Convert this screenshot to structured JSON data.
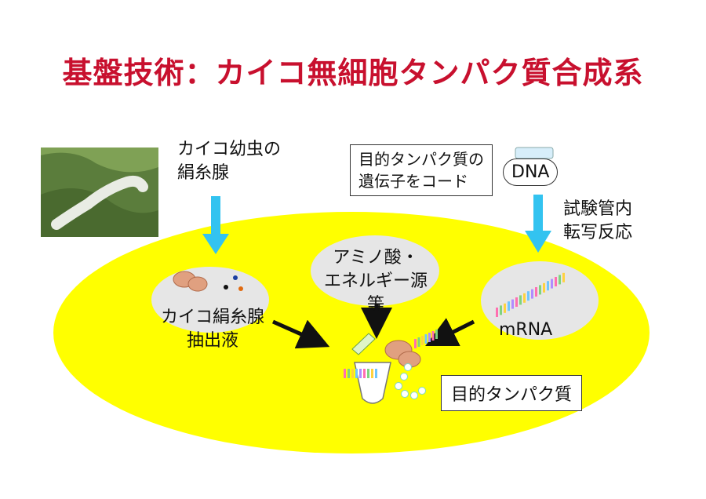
{
  "title": "基盤技術：カイコ無細胞タンパク質合成系",
  "silkworm_label": [
    "カイコ幼虫の",
    "絹糸腺"
  ],
  "gene_box": [
    "目的タンパク質の",
    "遺伝子をコード"
  ],
  "dna_label": "DNA",
  "transcription_label": [
    "試験管内",
    "転写反応"
  ],
  "amino_label": [
    "アミノ酸・",
    "エネルギー源等"
  ],
  "extract_label": [
    "カイコ絹糸腺",
    "抽出液"
  ],
  "mrna_label": "mRNA",
  "product_label": "目的タンパク質",
  "colors": {
    "title": "#c8102e",
    "ellipse": "#ffff00",
    "arrow_blue": "#33c3f0",
    "inner_gray": "#e6e6e6"
  }
}
